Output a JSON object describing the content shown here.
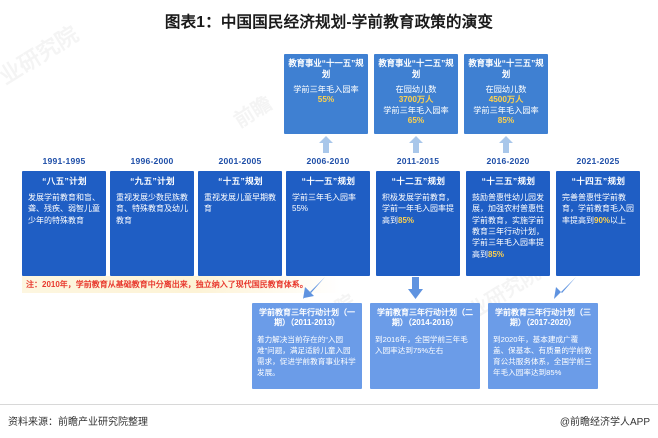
{
  "title": "图表1：中国国民经济规划-学前教育政策的演变",
  "watermarks": [
    "业研究院",
    "前瞻",
    "前瞻产业",
    "前瞻产业研究院",
    "研究院"
  ],
  "years": [
    {
      "label": "1991-1995"
    },
    {
      "label": "1996-2000"
    },
    {
      "label": "2001-2005"
    },
    {
      "label": "2006-2010"
    },
    {
      "label": "2011-2015"
    },
    {
      "label": "2016-2020"
    },
    {
      "label": "2021-2025"
    }
  ],
  "top_boxes": [
    {
      "title": "教育事业“十一五”规划",
      "lines": [
        {
          "text": "学前三年毛入园率",
          "highlight": false
        },
        {
          "text": "55%",
          "highlight": true
        }
      ]
    },
    {
      "title": "教育事业“十二五”规划",
      "lines": [
        {
          "text": "在园幼儿数",
          "highlight": false
        },
        {
          "text": "3700万人",
          "highlight": true
        },
        {
          "text": "学前三年毛入园率",
          "highlight": false
        },
        {
          "text": "65%",
          "highlight": true
        }
      ]
    },
    {
      "title": "教育事业“十三五”规划",
      "lines": [
        {
          "text": "在园幼儿数",
          "highlight": false
        },
        {
          "text": "4500万人",
          "highlight": true
        },
        {
          "text": "学前三年毛入园率",
          "highlight": false
        },
        {
          "text": "85%",
          "highlight": true
        }
      ]
    }
  ],
  "plan_boxes": [
    {
      "title": "“八五”计划",
      "body": "发展学前教育和盲、聋、残疾、弱智儿童少年的特殊教育"
    },
    {
      "title": "“九五”计划",
      "body": "重视发展少数民族教育、特殊教育及幼儿教育"
    },
    {
      "title": "“十五”规划",
      "body": "重视发展儿童早期教育"
    },
    {
      "title": "“十一五”规划",
      "body": "学前三年毛入园率55%"
    },
    {
      "title": "“十二五”规划",
      "body_pre": "积极发展学前教育，学前一年毛入园率提高到",
      "body_hl": "85%",
      "body_post": ""
    },
    {
      "title": "“十三五”规划",
      "body_pre": "鼓励普惠性幼儿园发展，加强农村普惠性学前教育，实施学前教育三年行动计划，学前三年毛入园率提高到",
      "body_hl": "85%",
      "body_post": ""
    },
    {
      "title": "“十四五”规划",
      "body_pre": "完善普惠性学前教育，学前教育毛入园率提高到",
      "body_hl": "90%",
      "body_post": "以上"
    }
  ],
  "action_boxes": [
    {
      "title": "学前教育三年行动计划（一期）（2011-2013）",
      "body": "着力解决当前存在的“入园难”问题，满足适龄儿童入园需求，促进学前教育事业科学发展。"
    },
    {
      "title": "学前教育三年行动计划（二期）（2014-2016）",
      "body": "到2016年，全国学前三年毛入园率达到75%左右"
    },
    {
      "title": "学前教育三年行动计划（三期）（2017-2020）",
      "body": "到2020年，基本建成广覆盖、保基本、有质量的学前教育公共服务体系，全国学前三年毛入园率达到85%"
    }
  ],
  "note": "注：2010年，学前教育从基础教育中分离出来，独立纳入了现代国民教育体系。",
  "footer": {
    "source": "资料来源：前瞻产业研究院整理",
    "brand": "@前瞻经济学人APP"
  },
  "colors": {
    "top_box": "#3f80d2",
    "plan_box": "#1f5ec4",
    "action_box": "#6b9ce8",
    "highlight": "#ffd24d",
    "year_text": "#1f4fa8",
    "note_text": "#e8392e",
    "arrow_up": "#a9c7ea",
    "arrow_down": "#5f93e0"
  }
}
